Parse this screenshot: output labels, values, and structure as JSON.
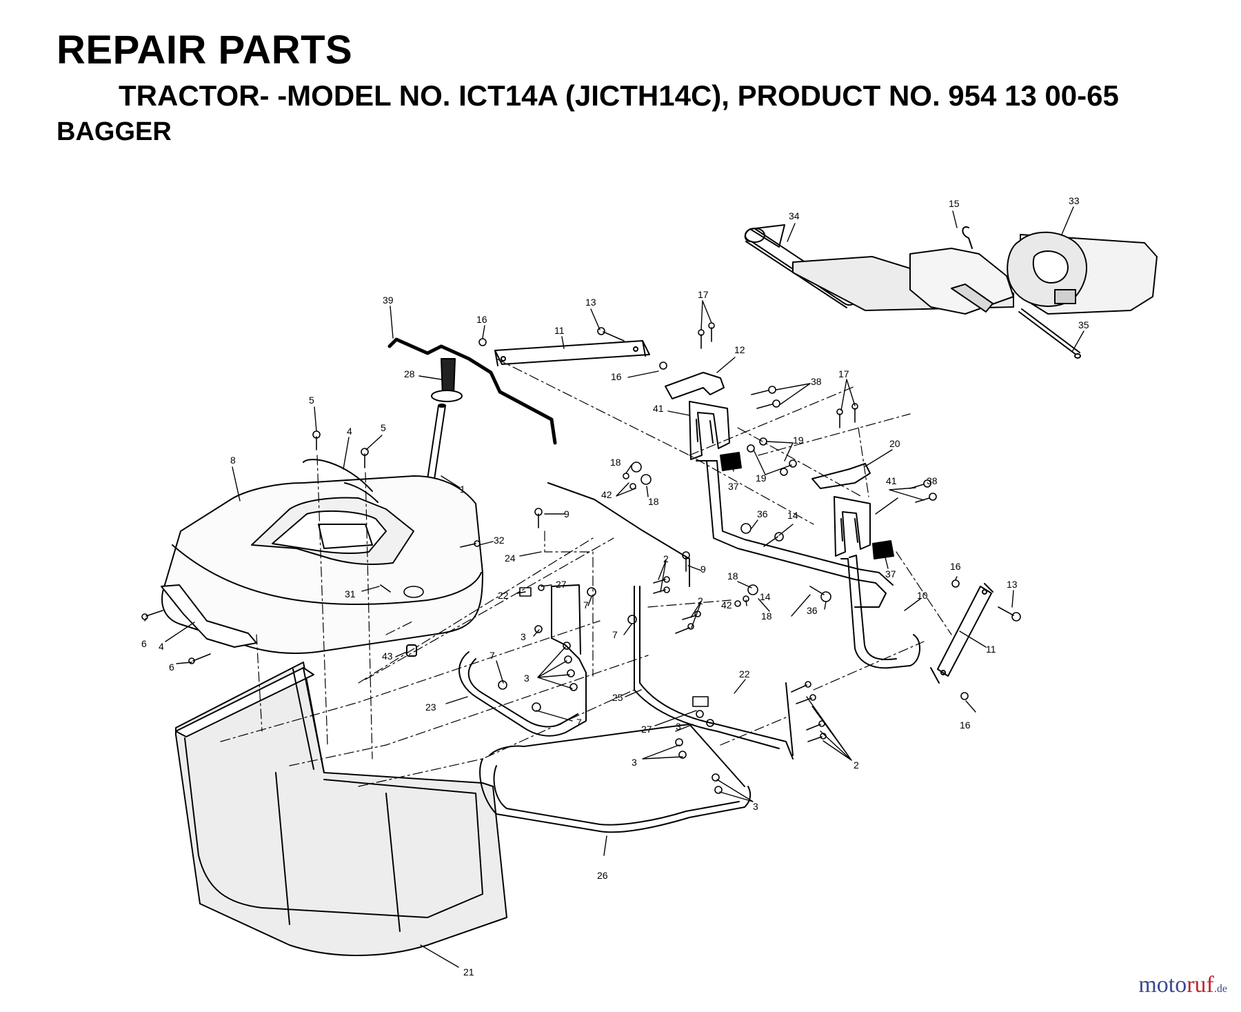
{
  "header": {
    "title": "REPAIR PARTS",
    "subtitle": "TRACTOR- -MODEL NO. ICT14A (JICTH14C), PRODUCT NO. 954 13 00-65",
    "section": "BAGGER"
  },
  "callouts": [
    {
      "id": "c15",
      "label": "15"
    },
    {
      "id": "c33",
      "label": "33"
    },
    {
      "id": "c34",
      "label": "34"
    },
    {
      "id": "c35",
      "label": "35"
    },
    {
      "id": "c39",
      "label": "39"
    },
    {
      "id": "c13a",
      "label": "13"
    },
    {
      "id": "c17a",
      "label": "17"
    },
    {
      "id": "c16a",
      "label": "16"
    },
    {
      "id": "c11a",
      "label": "11"
    },
    {
      "id": "c12",
      "label": "12"
    },
    {
      "id": "c28",
      "label": "28"
    },
    {
      "id": "c16b",
      "label": "16"
    },
    {
      "id": "c38a",
      "label": "38"
    },
    {
      "id": "c17b",
      "label": "17"
    },
    {
      "id": "c5a",
      "label": "5"
    },
    {
      "id": "c41a",
      "label": "41"
    },
    {
      "id": "c5b",
      "label": "5"
    },
    {
      "id": "c4a",
      "label": "4"
    },
    {
      "id": "c19a",
      "label": "19"
    },
    {
      "id": "c20",
      "label": "20"
    },
    {
      "id": "c8",
      "label": "8"
    },
    {
      "id": "c18a",
      "label": "18"
    },
    {
      "id": "c37a",
      "label": "37"
    },
    {
      "id": "c19b",
      "label": "19"
    },
    {
      "id": "c1",
      "label": "1"
    },
    {
      "id": "c42a",
      "label": "42"
    },
    {
      "id": "c18b",
      "label": "18"
    },
    {
      "id": "c41b",
      "label": "41"
    },
    {
      "id": "c38b",
      "label": "38"
    },
    {
      "id": "c9a",
      "label": "9"
    },
    {
      "id": "c36a",
      "label": "36"
    },
    {
      "id": "c14a",
      "label": "14"
    },
    {
      "id": "c32",
      "label": "32"
    },
    {
      "id": "c24",
      "label": "24"
    },
    {
      "id": "c2a",
      "label": "2"
    },
    {
      "id": "c9b",
      "label": "9"
    },
    {
      "id": "c37b",
      "label": "37"
    },
    {
      "id": "c16c",
      "label": "16"
    },
    {
      "id": "c27a",
      "label": "27"
    },
    {
      "id": "c31",
      "label": "31"
    },
    {
      "id": "c22a",
      "label": "22"
    },
    {
      "id": "c18c",
      "label": "18"
    },
    {
      "id": "c13b",
      "label": "13"
    },
    {
      "id": "c10",
      "label": "10"
    },
    {
      "id": "c7a",
      "label": "7"
    },
    {
      "id": "c2b",
      "label": "2"
    },
    {
      "id": "c42b",
      "label": "42"
    },
    {
      "id": "c14b",
      "label": "14"
    },
    {
      "id": "c18d",
      "label": "18"
    },
    {
      "id": "c36b",
      "label": "36"
    },
    {
      "id": "c6a",
      "label": "6"
    },
    {
      "id": "c4b",
      "label": "4"
    },
    {
      "id": "c7b",
      "label": "7"
    },
    {
      "id": "c3a",
      "label": "3"
    },
    {
      "id": "c11b",
      "label": "11"
    },
    {
      "id": "c6b",
      "label": "6"
    },
    {
      "id": "c43",
      "label": "43"
    },
    {
      "id": "c7c",
      "label": "7"
    },
    {
      "id": "c3b",
      "label": "3"
    },
    {
      "id": "c22b",
      "label": "22"
    },
    {
      "id": "c23",
      "label": "23"
    },
    {
      "id": "c25",
      "label": "25"
    },
    {
      "id": "c7d",
      "label": "7"
    },
    {
      "id": "c27b",
      "label": "27"
    },
    {
      "id": "c3c",
      "label": "3"
    },
    {
      "id": "c16d",
      "label": "16"
    },
    {
      "id": "c3d",
      "label": "3"
    },
    {
      "id": "c2c",
      "label": "2"
    },
    {
      "id": "c3e",
      "label": "3"
    },
    {
      "id": "c26",
      "label": "26"
    },
    {
      "id": "c21",
      "label": "21"
    }
  ],
  "watermark": {
    "part_a": "moto",
    "part_b": "ruf",
    "part_c": ".de"
  }
}
